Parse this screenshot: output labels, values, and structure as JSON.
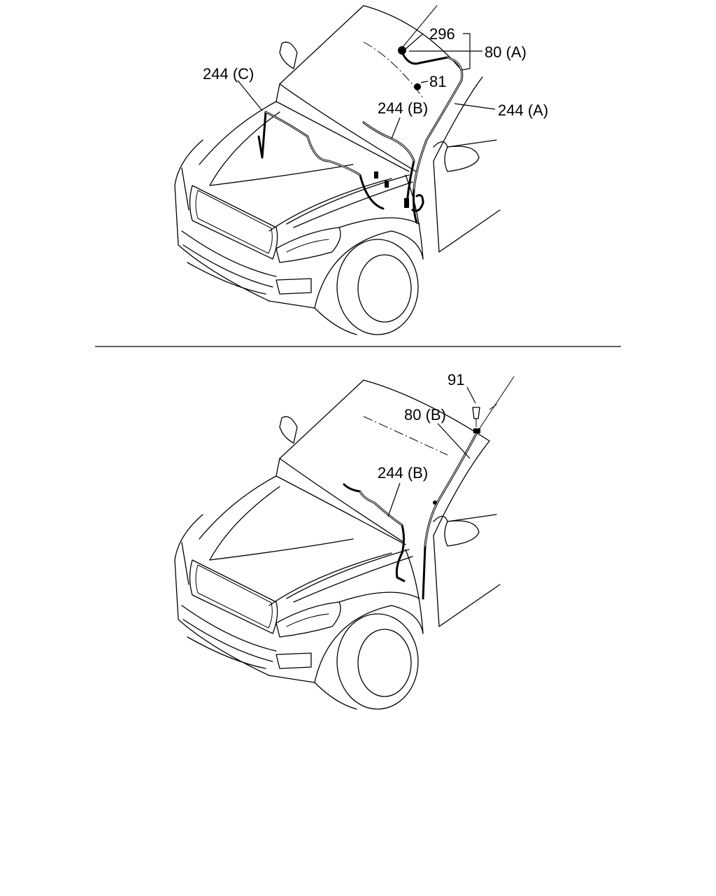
{
  "figure_top": {
    "callouts": {
      "c296": "296",
      "c80a": "80 (A)",
      "c81": "81",
      "c244c": "244 (C)",
      "c244b": "244 (B)",
      "c244a": "244 (A)"
    }
  },
  "figure_bottom": {
    "callouts": {
      "c91": "91",
      "c80b": "80 (B)",
      "c244b": "244 (B)"
    }
  }
}
